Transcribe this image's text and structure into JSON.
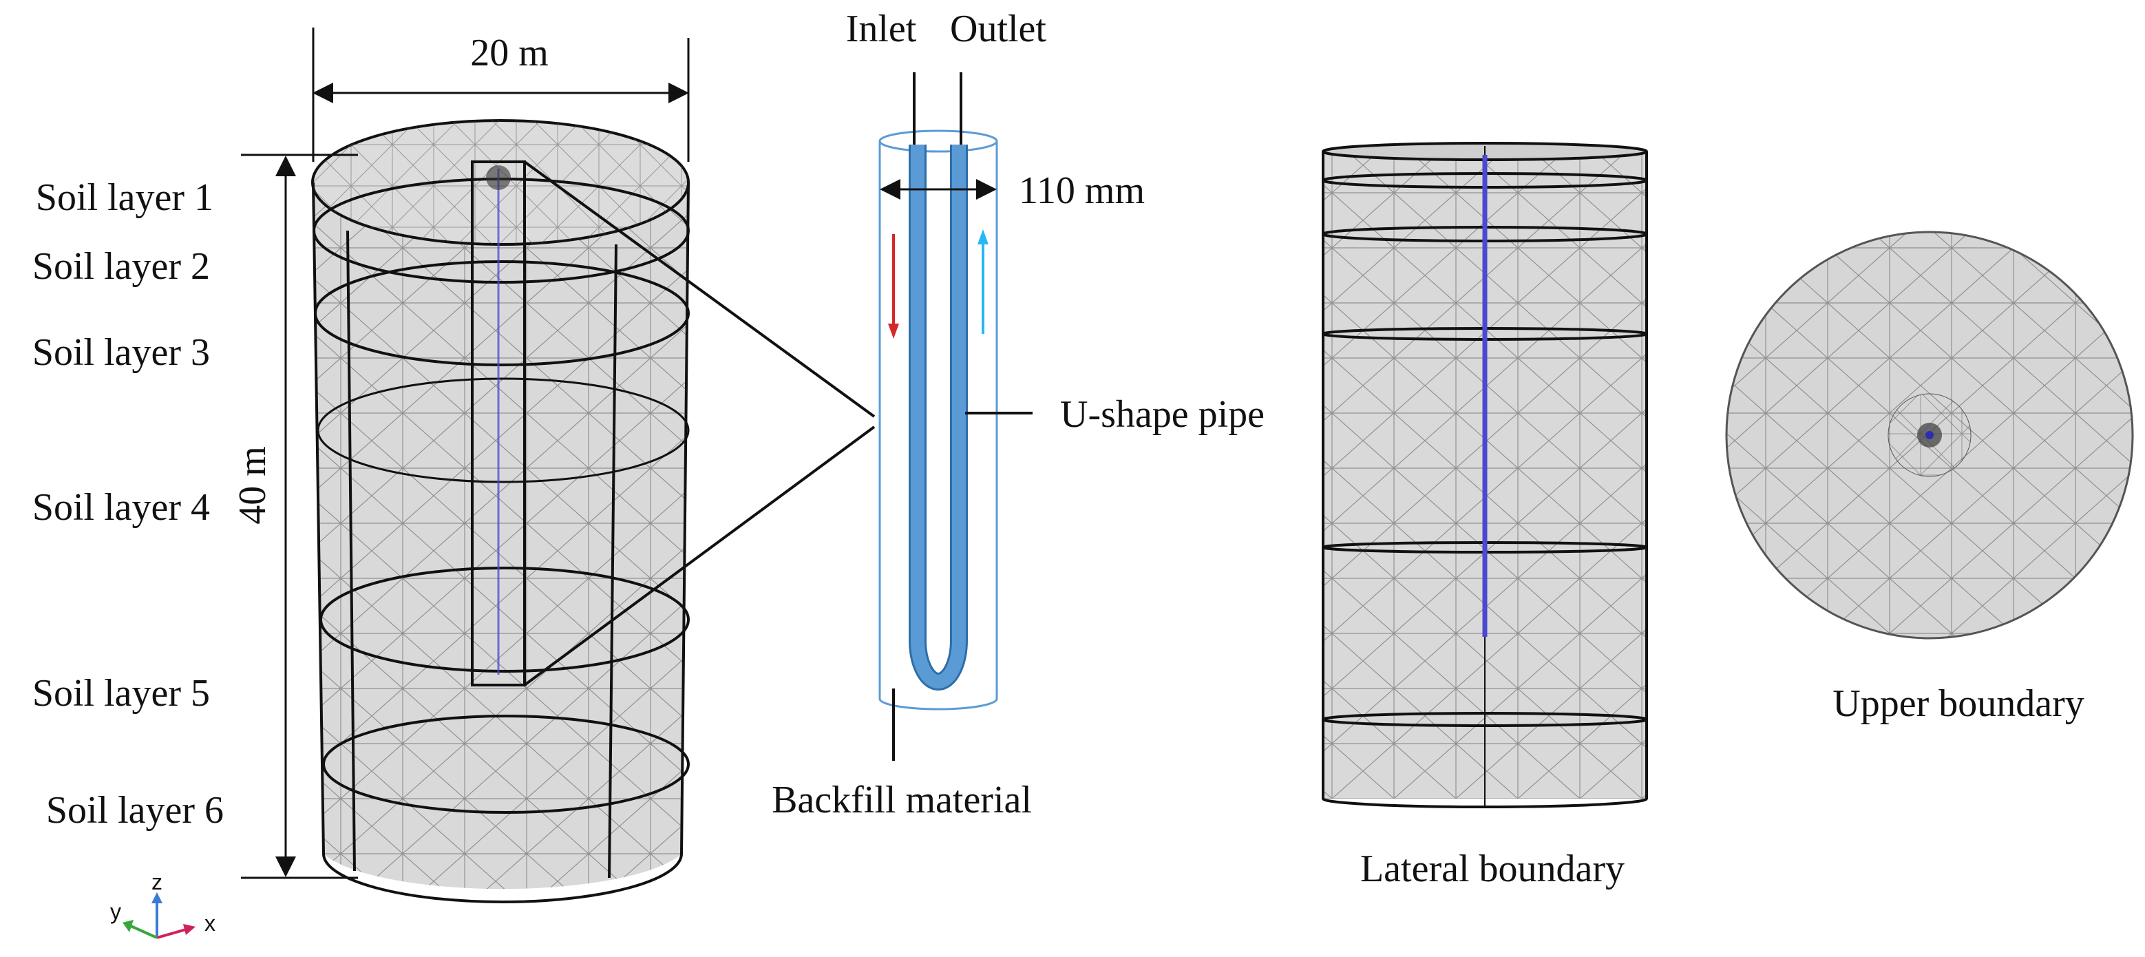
{
  "cylinder_model": {
    "dimension_width": "20 m",
    "dimension_height": "40 m",
    "soil_layers": [
      "Soil layer 1",
      "Soil layer 2",
      "Soil layer 3",
      "Soil layer 4",
      "Soil layer 5",
      "Soil layer 6"
    ]
  },
  "pipe_detail": {
    "inlet_label": "Inlet",
    "outlet_label": "Outlet",
    "diameter_label": "110 mm",
    "pipe_label": "U-shape pipe",
    "backfill_label": "Backfill material"
  },
  "boundaries": {
    "lateral_label": "Lateral boundary",
    "upper_label": "Upper boundary"
  },
  "axes": {
    "x": "x",
    "y": "y",
    "z": "z"
  },
  "colors": {
    "mesh_fill": "#d6d6d6",
    "mesh_line": "#3a3a3a",
    "pipe_blue": "#5b9bd5",
    "borehole_line": "#4a4ad0",
    "flow_down": "#d62728",
    "flow_up": "#29b6f6",
    "axis_x": "#d0205a",
    "axis_y": "#3aa63a",
    "axis_z": "#3a7bd5"
  }
}
